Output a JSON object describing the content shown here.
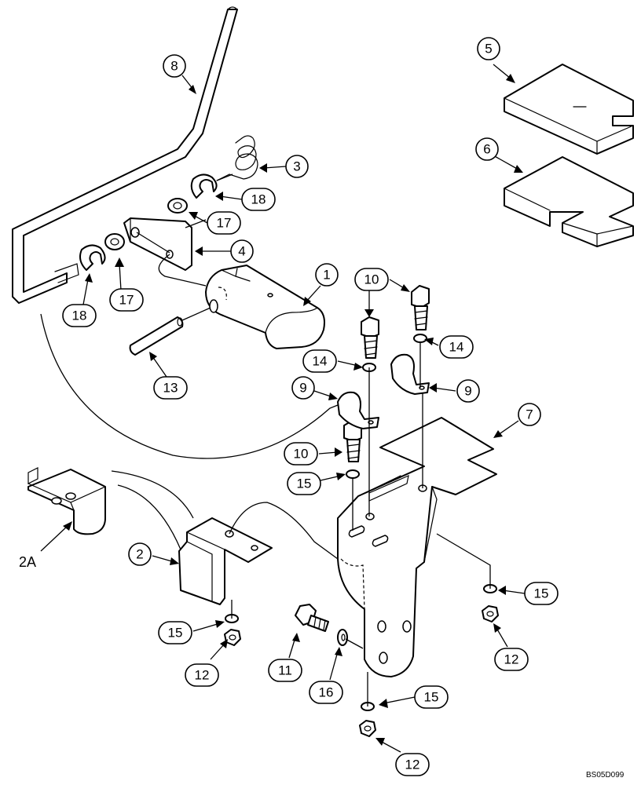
{
  "callouts": [
    {
      "id": "c1",
      "label": "1"
    },
    {
      "id": "c2",
      "label": "2"
    },
    {
      "id": "c3",
      "label": "3"
    },
    {
      "id": "c4",
      "label": "4"
    },
    {
      "id": "c5",
      "label": "5"
    },
    {
      "id": "c6",
      "label": "6"
    },
    {
      "id": "c7",
      "label": "7"
    },
    {
      "id": "c8",
      "label": "8"
    },
    {
      "id": "c9a",
      "label": "9"
    },
    {
      "id": "c9b",
      "label": "9"
    },
    {
      "id": "c10a",
      "label": "10"
    },
    {
      "id": "c10b",
      "label": "10"
    },
    {
      "id": "c11",
      "label": "11"
    },
    {
      "id": "c12a",
      "label": "12"
    },
    {
      "id": "c12b",
      "label": "12"
    },
    {
      "id": "c12c",
      "label": "12"
    },
    {
      "id": "c13",
      "label": "13"
    },
    {
      "id": "c14a",
      "label": "14"
    },
    {
      "id": "c14b",
      "label": "14"
    },
    {
      "id": "c15a",
      "label": "15"
    },
    {
      "id": "c15b",
      "label": "15"
    },
    {
      "id": "c15c",
      "label": "15"
    },
    {
      "id": "c15d",
      "label": "15"
    },
    {
      "id": "c16",
      "label": "16"
    },
    {
      "id": "c17a",
      "label": "17"
    },
    {
      "id": "c17b",
      "label": "17"
    },
    {
      "id": "c18a",
      "label": "18"
    },
    {
      "id": "c18b",
      "label": "18"
    }
  ],
  "labels": {
    "sub_view": "2A",
    "figure_code": "BS05D099"
  }
}
